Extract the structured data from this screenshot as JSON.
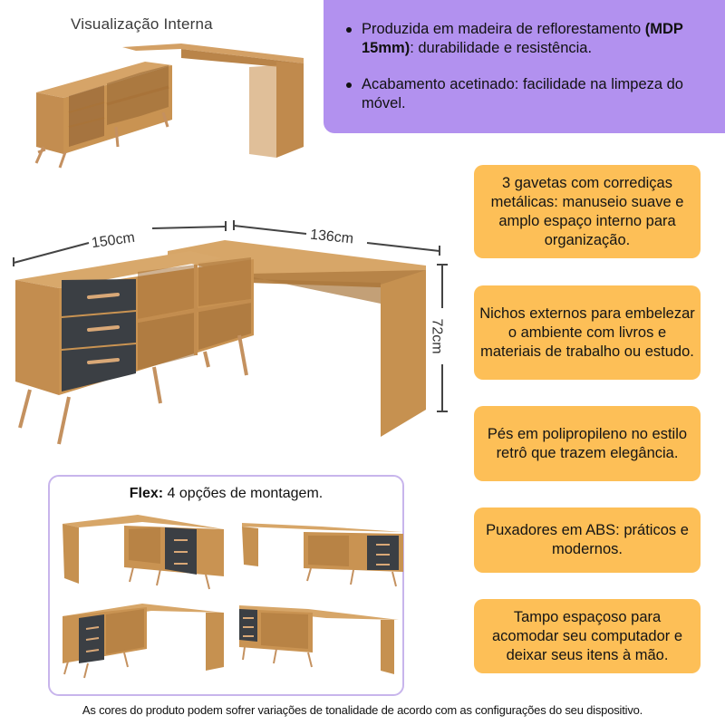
{
  "interno_view": {
    "title": "Visualização Interna"
  },
  "features_panel": {
    "color": "#b291ef",
    "bullets": [
      {
        "bold_prefix": "",
        "text_before": "Produzida em madeira de reflorestamento ",
        "bold": "(MDP 15mm)",
        "text_after": ": durabilidade e resistência."
      },
      {
        "text": "Acabamento acetinado: facilidade na limpeza do móvel."
      }
    ]
  },
  "feature_boxes": {
    "color": "#fdbf57",
    "items": [
      {
        "text": "3 gavetas com corrediças metálicas: manuseio suave e amplo espaço interno para organização."
      },
      {
        "text": "Nichos externos para embelezar o ambiente com livros e materiais de trabalho ou estudo."
      },
      {
        "text": "Pés em polipropileno no estilo retrô que trazem elegância."
      },
      {
        "text": "Puxadores em ABS: práticos e modernos."
      },
      {
        "text": "Tampo espaçoso para acomodar seu computador e deixar seus itens à mão."
      }
    ]
  },
  "dimensions": {
    "width_left": "150cm",
    "width_right": "136cm",
    "height": "72cm"
  },
  "flex": {
    "title_bold": "Flex:",
    "title_rest": " 4 opções de montagem.",
    "option_count": 4
  },
  "colors": {
    "wood": "#c8934f",
    "wood_dark": "#a9773d",
    "drawer": "#3b3f44",
    "handle": "#d9a877"
  },
  "footer": {
    "text": "As cores do produto podem sofrer variações de tonalidade de acordo com as configurações do seu dispositivo."
  }
}
